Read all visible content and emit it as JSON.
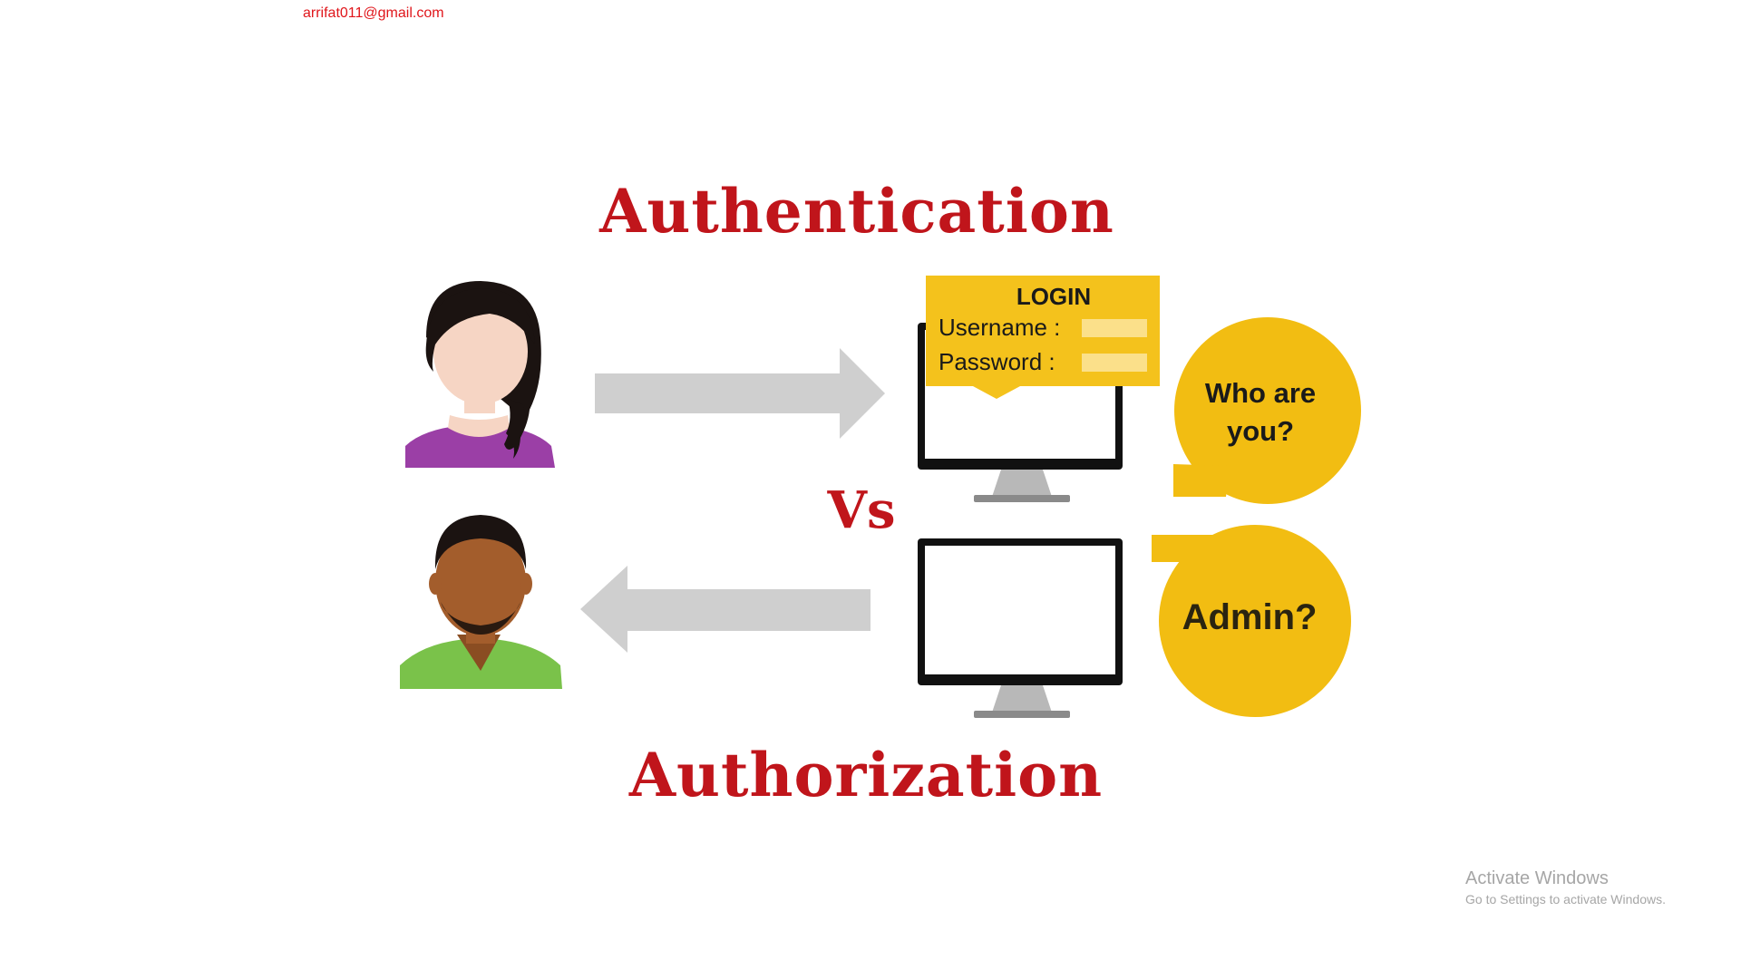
{
  "header": {
    "email": "arrifat011@gmail.com"
  },
  "slide": {
    "top_heading": "Authentication",
    "bottom_heading": "Authorization",
    "versus": "Vs",
    "login_card": {
      "title": "LOGIN",
      "username_label": "Username :",
      "password_label": "Password :"
    },
    "bubble_top": "Who are you?",
    "bubble_top_line1": "Who are",
    "bubble_top_line2": "you?",
    "bubble_bottom": "Admin?",
    "colors": {
      "heading": "#c0151b",
      "bubble": "#f2bd12",
      "login_card": "#f4c21c",
      "arrow": "#cfcfcf",
      "woman_shirt": "#9b3fa6",
      "man_shirt": "#7ac24a"
    },
    "icons": [
      "woman-avatar-icon",
      "man-avatar-icon",
      "right-arrow-icon",
      "left-arrow-icon",
      "monitor-icon",
      "speech-bubble-icon"
    ]
  },
  "os_watermark": {
    "title": "Activate Windows",
    "subtitle": "Go to Settings to activate Windows."
  }
}
